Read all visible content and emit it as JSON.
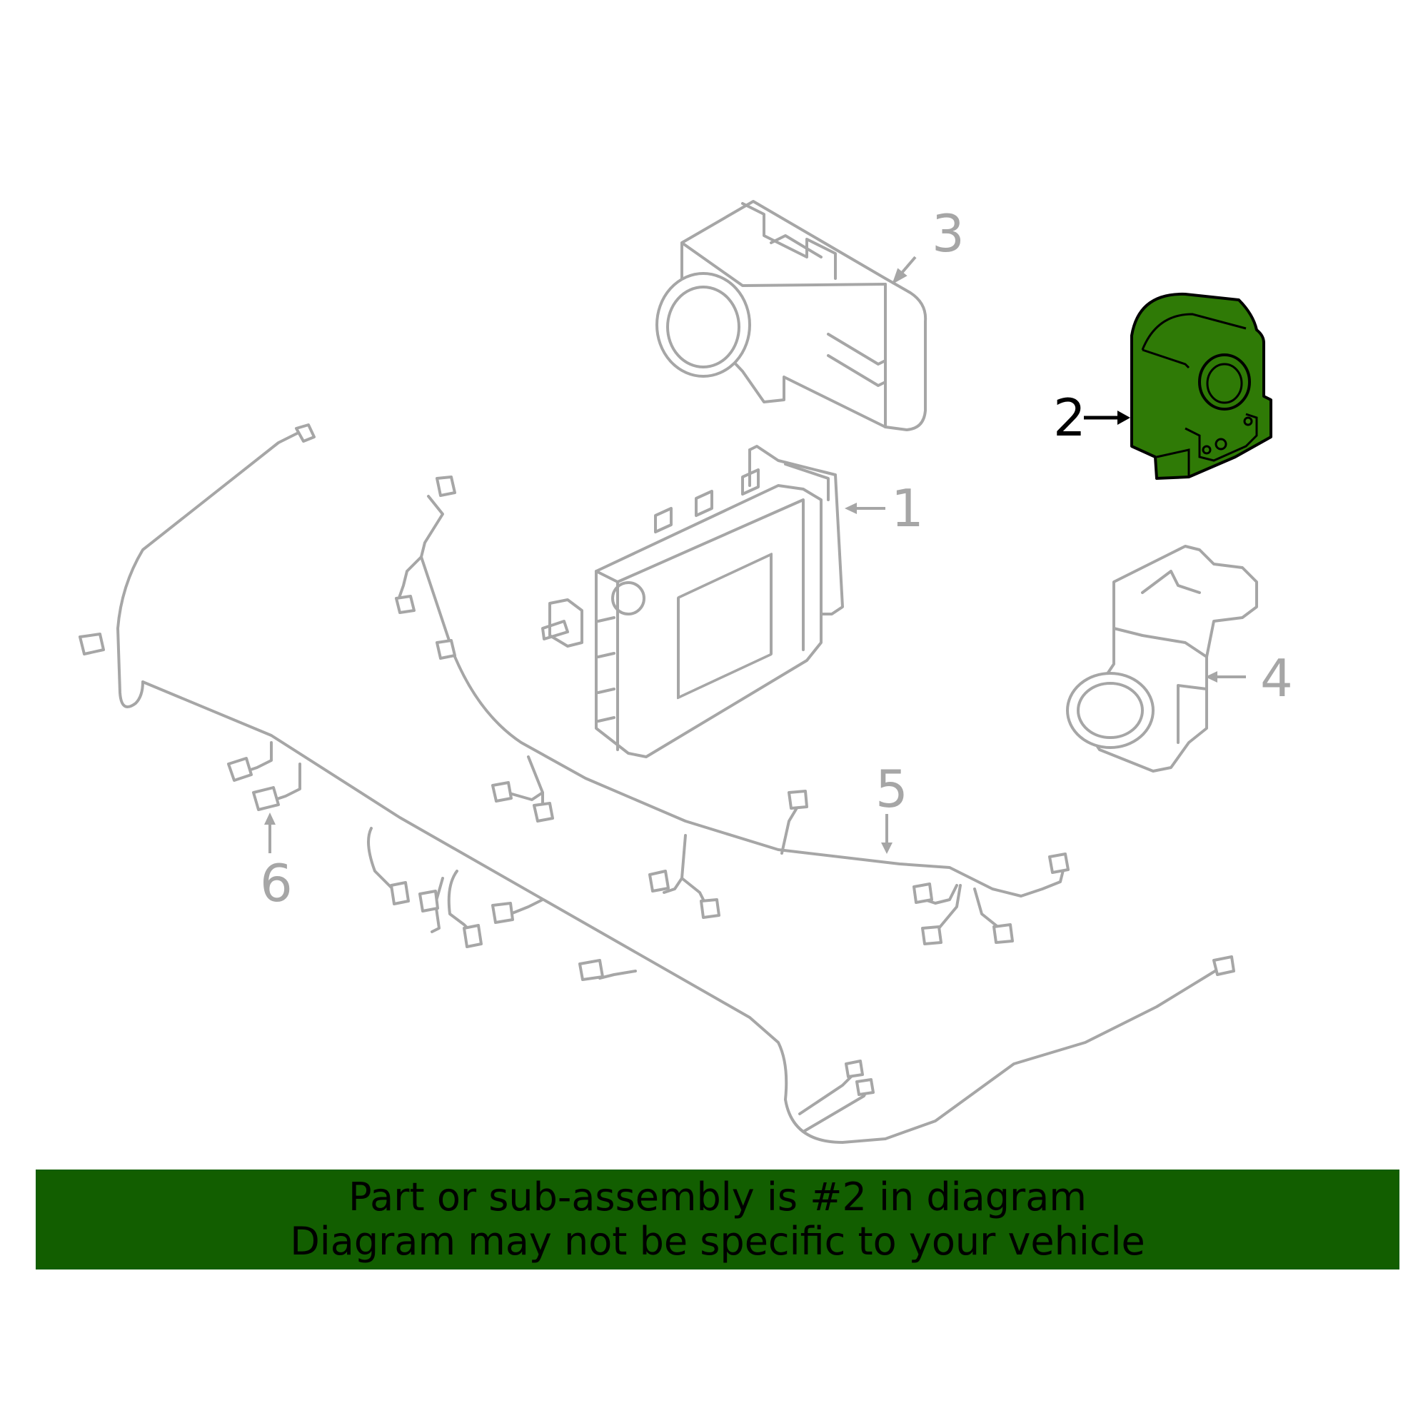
{
  "callouts": {
    "c1": "1",
    "c2": "2",
    "c3": "3",
    "c4": "4",
    "c5": "5",
    "c6": "6"
  },
  "highlight": {
    "part": "2",
    "color": "#2f7a06",
    "outline": "#000000"
  },
  "colors": {
    "line_art": "#a6a6a6",
    "banner_bg": "#125e00",
    "banner_text": "#000000"
  },
  "banner": {
    "line1": "Part or sub-assembly is #2 in diagram",
    "line2": "Diagram may not be specific to your vehicle"
  }
}
